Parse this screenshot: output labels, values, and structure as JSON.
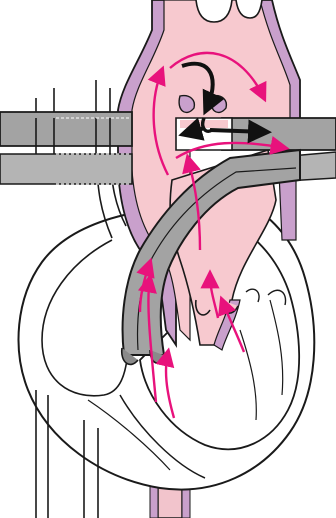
{
  "diagram": {
    "colors": {
      "background": "#ffffff",
      "outline": "#1a1a1a",
      "pink_fill": "#f7c9cf",
      "purple_wall": "#c9a0cc",
      "gray_vessel": "#a3a3a3",
      "gray_dark": "#8a8a8a",
      "magenta_arrow": "#e8127c",
      "black_arrow": "#111111"
    },
    "icons": [
      "heart-cross-section",
      "magenta-flow-arrow",
      "black-flow-arrow"
    ]
  }
}
